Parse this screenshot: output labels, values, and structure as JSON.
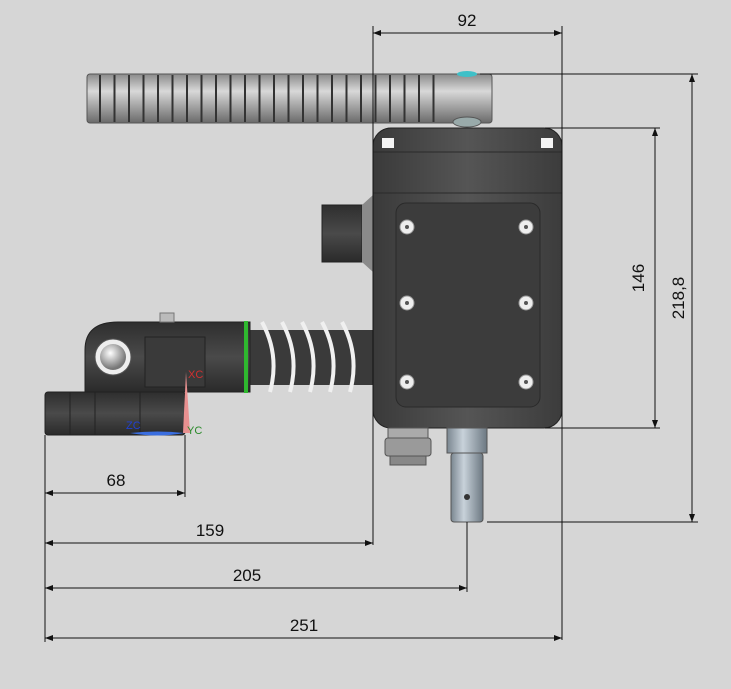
{
  "dimensions": {
    "top_width": "92",
    "box_height": "146",
    "overall_height": "218,8",
    "base_offset": "68",
    "box_offset": "159",
    "pin_offset": "205",
    "overall_width": "251"
  },
  "axes": {
    "x": "XC",
    "y": "YC",
    "z": "ZC"
  },
  "colors": {
    "background": "#d6d6d6",
    "body": "#4a4a4a",
    "pin": "#9aa6b0",
    "ring": "#2fb82f",
    "x_axis": "#d03030",
    "y_axis": "#2a8a2a",
    "z_axis": "#2040d0"
  }
}
